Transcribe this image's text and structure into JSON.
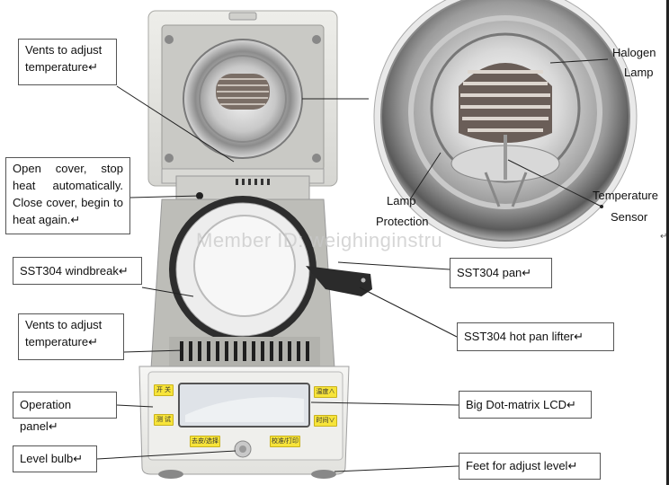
{
  "callouts": {
    "vents_top": "Vents to adjust temperature",
    "open_cover": "Open cover, stop heat automatically. Close cover, begin to heat again.",
    "windbreak": "SST304 windbreak",
    "vents_bottom": "Vents to adjust temperature",
    "operation_panel": "Operation panel",
    "level_bulb": "Level bulb",
    "pan": "SST304 pan",
    "hot_pan_lifter": "SST304 hot pan lifter",
    "lcd": "Big Dot-matrix LCD",
    "feet": "Feet for adjust level"
  },
  "lamp_labels": {
    "halogen": "Halogen",
    "lamp": "Lamp",
    "lamp_protection_1": "Lamp",
    "lamp_protection_2": "Protection",
    "temperature": "Temperature",
    "sensor": "Sensor"
  },
  "paragraph_mark": "↵",
  "watermark": "Member ID: weighinginstru",
  "keys": {
    "power": "开 关",
    "test": "测 试",
    "temp": "温度∧",
    "time": "时间∨",
    "tare": "去皮/选择",
    "calibrate": "校准/打印"
  },
  "colors": {
    "body": "#e4e4e0",
    "chamber": "#bdbdb8",
    "key_yellow": "#f7e43a",
    "lcd": "#dfe3e8"
  }
}
